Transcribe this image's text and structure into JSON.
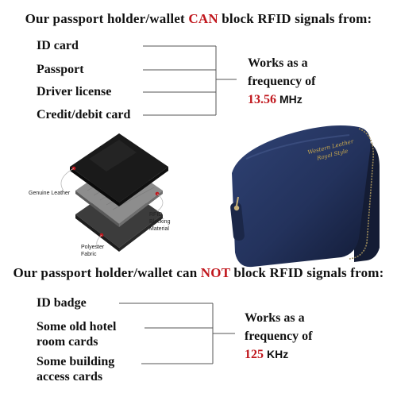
{
  "top": {
    "heading": {
      "pre": "Our passport holder/wallet ",
      "highlight": "CAN",
      "post": " block RFID signals from:"
    },
    "items": [
      "ID card",
      "Passport",
      "Driver license",
      "Credit/debit card"
    ],
    "works": {
      "line1": "Works as a",
      "line2": "frequency of",
      "value": "13.56",
      "unit": "MHz"
    }
  },
  "diagram": {
    "layers": [
      "Genuine Leather",
      "RFID Blocking Material",
      "Polyester Fabric"
    ]
  },
  "wallet": {
    "brand_line1": "Western Leather",
    "brand_line2": "Royal Style"
  },
  "bottom": {
    "heading": {
      "pre": "Our passport holder/wallet can ",
      "highlight": "NOT",
      "post": " block RFID signals from:"
    },
    "items": [
      "ID badge",
      "Some old hotel",
      "room cards",
      "Some building",
      "access cards"
    ],
    "works": {
      "line1": "Works as a",
      "line2": "frequency of",
      "value": "125",
      "unit": "KHz"
    }
  },
  "colors": {
    "accent_red": "#c0161c",
    "wallet_navy": "#23325c"
  }
}
